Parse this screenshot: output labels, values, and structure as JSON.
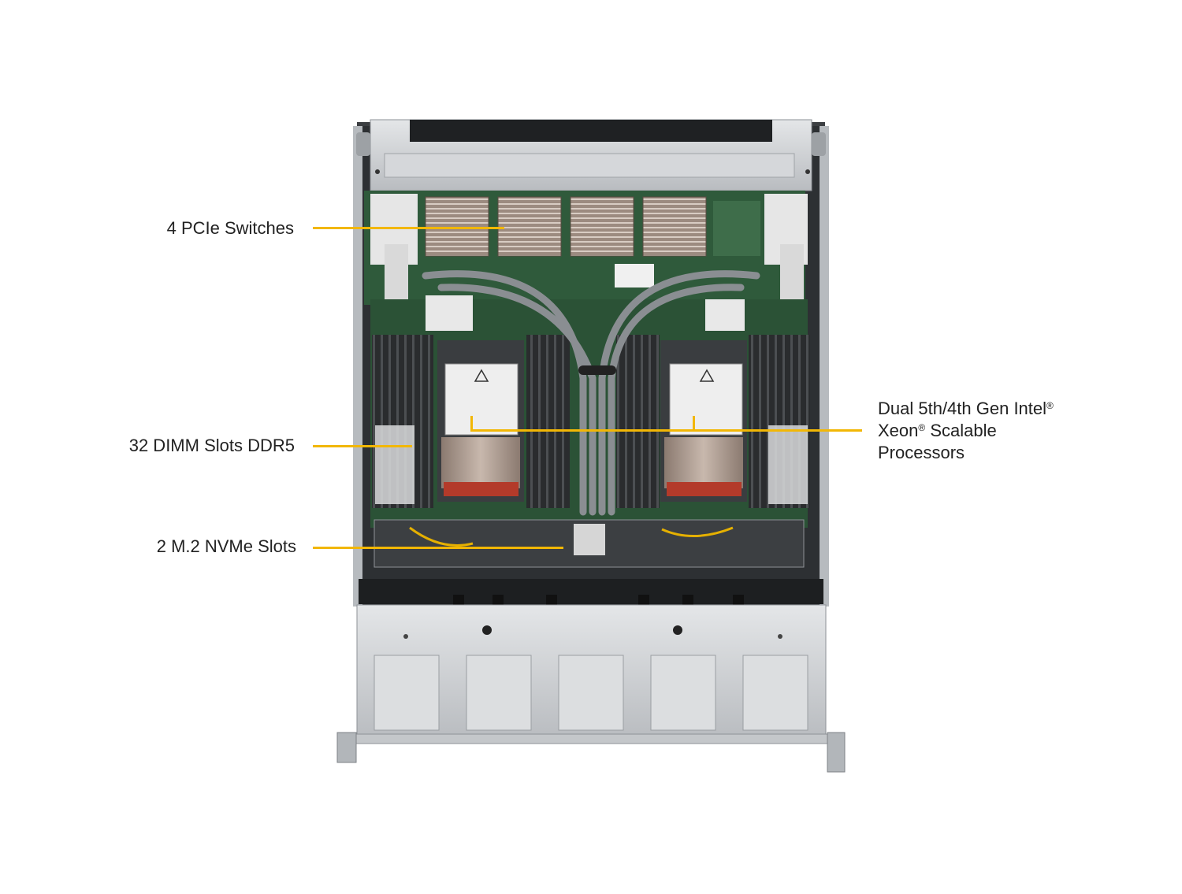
{
  "callouts": {
    "pcie_switches": "4 PCIe Switches",
    "dimm_slots": "32 DIMM Slots DDR5",
    "m2_slots": "2 M.2 NVMe Slots",
    "cpu_line1_a": "Dual 5th/4th Gen Intel",
    "cpu_line2_a": "Xeon",
    "cpu_line2_b": " Scalable",
    "cpu_line3": "Processors",
    "registered_mark": "®"
  },
  "colors": {
    "leader": "#f2b705",
    "pcb": "#2f5a3b",
    "chassis": "#c9ccd0",
    "cable": "#8a8e92"
  }
}
